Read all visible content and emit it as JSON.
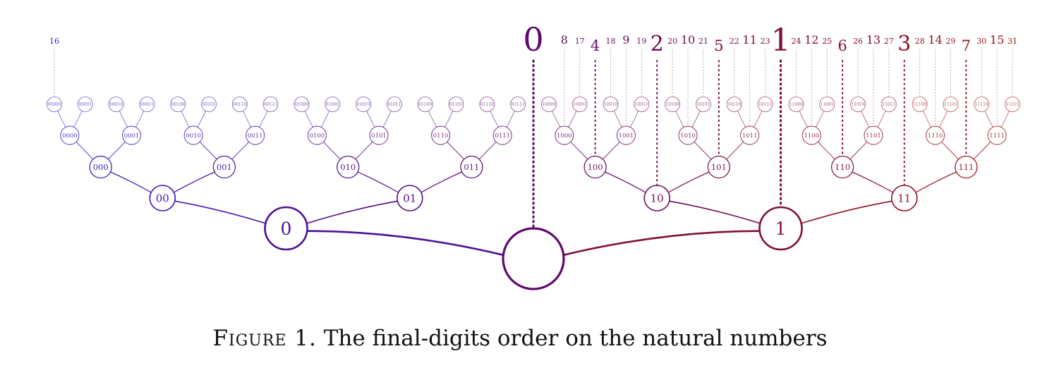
{
  "figure": {
    "caption_label": "Figure 1.",
    "caption_text": "The final-digits order on the natural numbers"
  },
  "colors": {
    "left_branch": "#3a17c4",
    "root": "#5e0a6b",
    "right_branch": "#a30f0f"
  },
  "tree": {
    "root_label": "",
    "max_depth": 5,
    "nodes": [
      {
        "label": "0"
      },
      {
        "label": "1"
      },
      {
        "label": "00"
      },
      {
        "label": "10"
      },
      {
        "label": "01"
      },
      {
        "label": "11"
      },
      {
        "label": "000"
      },
      {
        "label": "100"
      },
      {
        "label": "010"
      },
      {
        "label": "110"
      },
      {
        "label": "001"
      },
      {
        "label": "101"
      },
      {
        "label": "011"
      },
      {
        "label": "111"
      },
      {
        "label": "0000"
      },
      {
        "label": "1000"
      },
      {
        "label": "0100"
      },
      {
        "label": "1100"
      },
      {
        "label": "0010"
      },
      {
        "label": "1010"
      },
      {
        "label": "0110"
      },
      {
        "label": "1110"
      },
      {
        "label": "0001"
      },
      {
        "label": "1001"
      },
      {
        "label": "0101"
      },
      {
        "label": "1101"
      },
      {
        "label": "0011"
      },
      {
        "label": "1011"
      },
      {
        "label": "0111"
      },
      {
        "label": "1111"
      },
      {
        "label": "00000"
      },
      {
        "label": "10000"
      },
      {
        "label": "01000"
      },
      {
        "label": "11000"
      },
      {
        "label": "00100"
      },
      {
        "label": "10100"
      },
      {
        "label": "01100"
      },
      {
        "label": "11100"
      },
      {
        "label": "00010"
      },
      {
        "label": "10010"
      },
      {
        "label": "01010"
      },
      {
        "label": "11010"
      },
      {
        "label": "00110"
      },
      {
        "label": "10110"
      },
      {
        "label": "01110"
      },
      {
        "label": "11110"
      },
      {
        "label": "00001"
      },
      {
        "label": "10001"
      },
      {
        "label": "01001"
      },
      {
        "label": "11001"
      },
      {
        "label": "00101"
      },
      {
        "label": "10101"
      },
      {
        "label": "01101"
      },
      {
        "label": "11101"
      },
      {
        "label": "00011"
      },
      {
        "label": "10011"
      },
      {
        "label": "01011"
      },
      {
        "label": "11011"
      },
      {
        "label": "00111"
      },
      {
        "label": "10111"
      },
      {
        "label": "01111"
      },
      {
        "label": "11111"
      }
    ],
    "numbers": [
      {
        "value": "16",
        "attach": "00000"
      },
      {
        "value": "8",
        "attach": "1000"
      },
      {
        "value": "24",
        "attach": "11000"
      },
      {
        "value": "20",
        "attach": "10100"
      },
      {
        "value": "4",
        "attach": "100"
      },
      {
        "value": "12",
        "attach": "1100"
      },
      {
        "value": "28",
        "attach": "11100"
      },
      {
        "value": "18",
        "attach": "10010"
      },
      {
        "value": "10",
        "attach": "1010"
      },
      {
        "value": "26",
        "attach": "11010"
      },
      {
        "value": "2",
        "attach": "10"
      },
      {
        "value": "22",
        "attach": "10110"
      },
      {
        "value": "6",
        "attach": "110"
      },
      {
        "value": "14",
        "attach": "1110"
      },
      {
        "value": "30",
        "attach": "11110"
      },
      {
        "value": "0",
        "attach": "root"
      },
      {
        "value": "17",
        "attach": "10001"
      },
      {
        "value": "9",
        "attach": "1001"
      },
      {
        "value": "25",
        "attach": "11001"
      },
      {
        "value": "21",
        "attach": "10101"
      },
      {
        "value": "5",
        "attach": "101"
      },
      {
        "value": "13",
        "attach": "1101"
      },
      {
        "value": "29",
        "attach": "11101"
      },
      {
        "value": "1",
        "attach": "1"
      },
      {
        "value": "19",
        "attach": "10011"
      },
      {
        "value": "11",
        "attach": "1011"
      },
      {
        "value": "27",
        "attach": "11011"
      },
      {
        "value": "3",
        "attach": "11"
      },
      {
        "value": "23",
        "attach": "10111"
      },
      {
        "value": "7",
        "attach": "111"
      },
      {
        "value": "15",
        "attach": "1111"
      },
      {
        "value": "31",
        "attach": "11111"
      }
    ]
  }
}
